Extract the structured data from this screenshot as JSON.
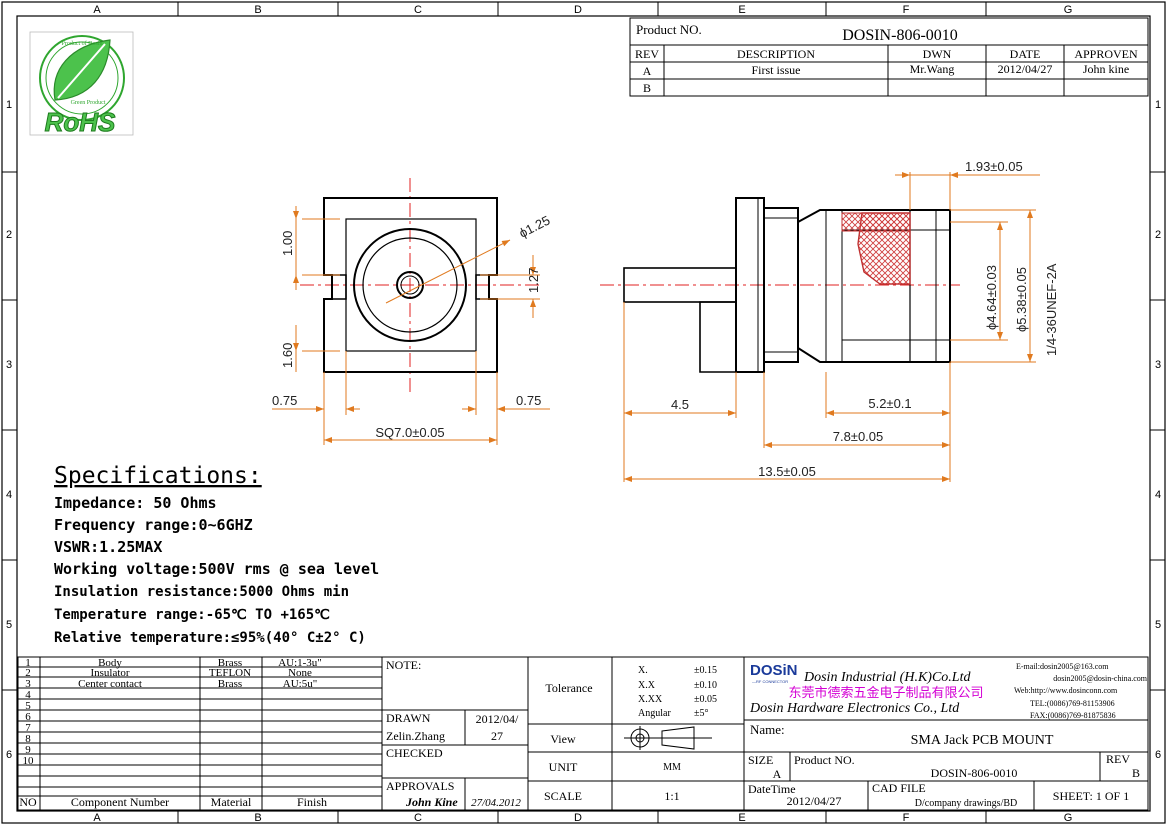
{
  "grid": {
    "cols": [
      "A",
      "B",
      "C",
      "D",
      "E",
      "F",
      "G"
    ],
    "rows": [
      "1",
      "2",
      "3",
      "4",
      "5",
      "6"
    ]
  },
  "logo": {
    "text": "RoHS",
    "ring_top": "Product of Dosin",
    "ring_bottom": "Green Product"
  },
  "revision_block": {
    "product_no_label": "Product NO.",
    "product_no": "DOSIN-806-0010",
    "headers": [
      "REV",
      "DESCRIPTION",
      "DWN",
      "DATE",
      "APPROVEN"
    ],
    "rows": [
      [
        "A",
        "First issue",
        "Mr.Wang",
        "2012/04/27",
        "John kine"
      ],
      [
        "B",
        "",
        "",
        "",
        ""
      ]
    ]
  },
  "dimensions": {
    "d_hole": "ϕ1.25",
    "h_100": "1.00",
    "h_127": "1.27",
    "h_160": "1.60",
    "w_075_left": "0.75",
    "w_075_right": "0.75",
    "sq": "SQ7.0±0.05",
    "d193": "1.93±0.05",
    "d464": "ϕ4.64±0.03",
    "d538": "ϕ5.38±0.05",
    "thread": "1/4-36UNEF-2A",
    "l45": "4.5",
    "l52": "5.2±0.1",
    "l78": "7.8±0.05",
    "l135": "13.5±0.05"
  },
  "specifications": {
    "title": "Specifications:",
    "lines": [
      "Impedance: 50 Ohms",
      "Frequency range:0~6GHZ",
      "VSWR:1.25MAX",
      "Working voltage:500V rms @ sea level",
      "Insulation resistance:5000 Ohms min",
      "Temperature range:-65℃ TO +165℃",
      "Relative temperature:≤95%(40° C±2° C)"
    ]
  },
  "bom": {
    "rows": [
      [
        "1",
        "Body",
        "Brass",
        "AU:1-3u\""
      ],
      [
        "2",
        "Insulator",
        "TEFLON",
        "None"
      ],
      [
        "3",
        "Center contact",
        "Brass",
        "AU:5u\""
      ],
      [
        "4",
        "",
        "",
        ""
      ],
      [
        "5",
        "",
        "",
        ""
      ],
      [
        "6",
        "",
        "",
        ""
      ],
      [
        "7",
        "",
        "",
        ""
      ],
      [
        "8",
        "",
        "",
        ""
      ],
      [
        "9",
        "",
        "",
        ""
      ],
      [
        "10",
        "",
        "",
        ""
      ]
    ],
    "header": [
      "NO",
      "Component Number",
      "Material",
      "Finish"
    ]
  },
  "title_block": {
    "note_label": "NOTE:",
    "drawn_label": "DRAWN",
    "drawn_name": "Zelin.Zhang",
    "drawn_date_a": "2012/04/",
    "drawn_date_b": "27",
    "checked_label": "CHECKED",
    "approvals_label": "APPROVALS",
    "approvals_sign": "John Kine",
    "approvals_date": "27/04.2012",
    "tolerance_label": "Tolerance",
    "tol_rows": [
      [
        "X.",
        "±0.15"
      ],
      [
        "X.X",
        "±0.10"
      ],
      [
        "X.XX",
        "±0.05"
      ],
      [
        "Angular",
        "±5°"
      ]
    ],
    "view_label": "View",
    "unit_label": "UNIT",
    "unit_value": "MM",
    "scale_label": "SCALE",
    "scale_value": "1:1",
    "brand": "DOSiN",
    "brand_tag": "—RF CONNECTOR",
    "company_en1": "Dosin Industrial (H.K)Co.Ltd",
    "company_cn": "东莞市德索五金电子制品有限公司",
    "company_en2": "Dosin Hardware Electronics Co., Ltd",
    "contact": [
      "E-mail:dosin2005@163.com",
      "dosin2005@dosin-china.com",
      "Web:http://www.dosinconn.com",
      "TEL:(0086)769-81153906",
      "FAX:(0086)769-81875836"
    ],
    "name_label": "Name:",
    "name_value": "SMA Jack PCB MOUNT",
    "size_label": "SIZE",
    "size_value": "A",
    "product_no_label": "Product NO.",
    "product_no": "DOSIN-806-0010",
    "rev_label": "REV",
    "rev_value": "B",
    "datetime_label": "DateTime",
    "datetime_value": "2012/04/27",
    "cadfile_label": "CAD FILE",
    "cadfile_value": "D/company drawings/BD",
    "sheet_label": "SHEET:  1 OF 1"
  },
  "colors": {
    "dim": "#e07a1f",
    "center": "#e02020",
    "hatch": "#d04040",
    "brand_blue": "#1a3a9a",
    "cn": "#d400d4",
    "rohs": "#2fa62f"
  }
}
